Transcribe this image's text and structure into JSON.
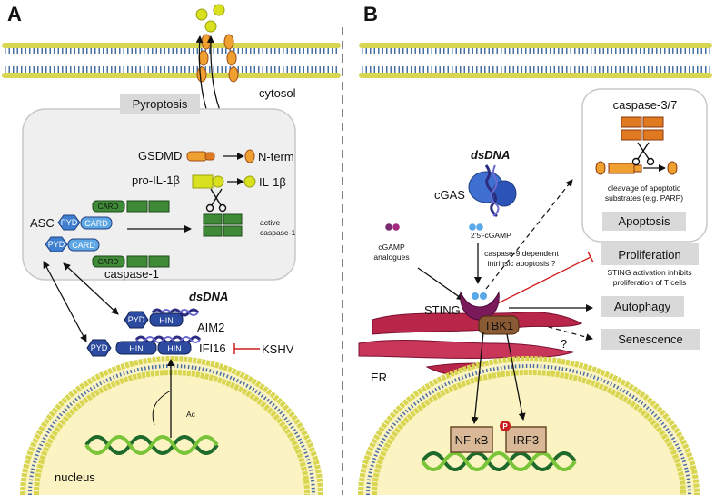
{
  "panel_a": {
    "letter": "A",
    "cytosol": "cytosol",
    "pyroptosis": "Pyroptosis",
    "gsdmd": "GSDMD",
    "n_term": "N-term",
    "pro_il1b": "pro-IL-1β",
    "il1b": "IL-1β",
    "asc": "ASC",
    "card": "CARD",
    "pyd": "PYD",
    "hin": "HIN",
    "active_caspase_l1": "active",
    "active_caspase_l2": "caspase-1",
    "caspase1": "caspase-1",
    "dsdna": "dsDNA",
    "aim2": "AIM2",
    "ifi16": "IFI16",
    "kshv": "KSHV",
    "ac": "Ac",
    "nucleus": "nucleus"
  },
  "panel_b": {
    "letter": "B",
    "caspase37": "caspase-3/7",
    "cleavage_l1": "cleavage of apoptotic",
    "cleavage_l2": "substrates (e.g. PARP)",
    "apoptosis": "Apoptosis",
    "dsdna": "dsDNA",
    "cgas": "cGAS",
    "cgamp": "2'5'-cGAMP",
    "cgamp_analogues_l1": "cGAMP",
    "cgamp_analogues_l2": "analogues",
    "casp9_l1": "caspase-9 dependent",
    "casp9_l2": "intrinsic apoptosis ?",
    "proliferation": "Proliferation",
    "sting_inhibits_l1": "STING activation inhibits",
    "sting_inhibits_l2": "proliferation of T cells",
    "sting": "STING",
    "tbk1": "TBK1",
    "autophagy": "Autophagy",
    "question": "?",
    "senescence": "Senescence",
    "er": "ER",
    "nfkb": "NF-κB",
    "p": "P",
    "irf3": "IRF3"
  },
  "colors": {
    "membrane_head": "#e2e06a",
    "membrane_tail": "#4a6fa5",
    "nucleus_fill": "#fbf3c2",
    "gsdmd_orange": "#f0a030",
    "il1b_yellow": "#d8e020",
    "card_green": "#3e8a36",
    "asc_blue": "#3f7fd0",
    "domain_navy": "#2c4ba0",
    "sting_purple": "#7a1a5a",
    "tbk1_brown": "#8a5a34",
    "er_red": "#b8264a",
    "tf_box": "#d8b896",
    "gray_box": "#d9d9d9",
    "inhibit_red": "#d02020"
  }
}
